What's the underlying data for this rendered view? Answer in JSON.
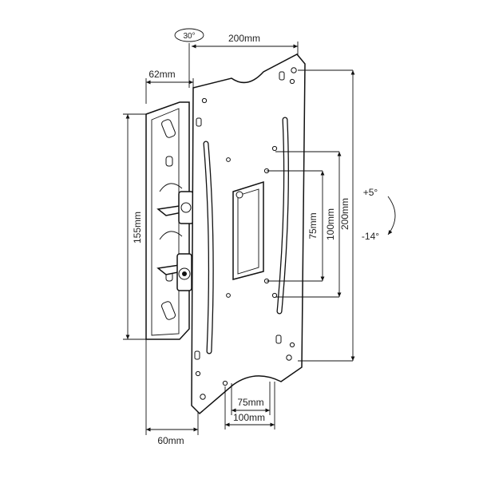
{
  "dimensions": {
    "width_top": "200mm",
    "arm_width": "62mm",
    "wall_plate_height": "155mm",
    "outer_height": "200mm",
    "inner_height_100": "100mm",
    "inner_height_75": "75mm",
    "bottom_75": "75mm",
    "bottom_100": "100mm",
    "wall_plate_width": "60mm"
  },
  "rotation": {
    "swivel": "30°"
  },
  "tilt": {
    "up": "+5°",
    "down": "-14°"
  }
}
